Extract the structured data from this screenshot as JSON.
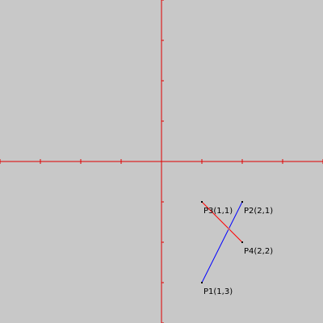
{
  "scene": {
    "background_color": "#c8c8c8",
    "axis_color": "#e00000",
    "x_range": [
      -4,
      4
    ],
    "y_range": [
      -4,
      4
    ],
    "y_axis_direction": "down",
    "tick_step": 1
  },
  "points": [
    {
      "id": "P1",
      "label": "P1(1,3)",
      "x": 1,
      "y": 3,
      "color": "#000000"
    },
    {
      "id": "P2",
      "label": "P2(2,1)",
      "x": 2,
      "y": 1,
      "color": "#000000"
    },
    {
      "id": "P3",
      "label": "P3(1,1)",
      "x": 1,
      "y": 1,
      "color": "#000000"
    },
    {
      "id": "P4",
      "label": "P4(2,2)",
      "x": 2,
      "y": 2,
      "color": "#000000"
    }
  ],
  "segments": [
    {
      "id": "P1-P2",
      "from": "P1",
      "to": "P2",
      "color": "#0000ff"
    },
    {
      "id": "P3-P4",
      "from": "P3",
      "to": "P4",
      "color": "#ff0000"
    }
  ],
  "intersection": {
    "x": 1.67,
    "y": 1.67,
    "color": "#c07080"
  }
}
